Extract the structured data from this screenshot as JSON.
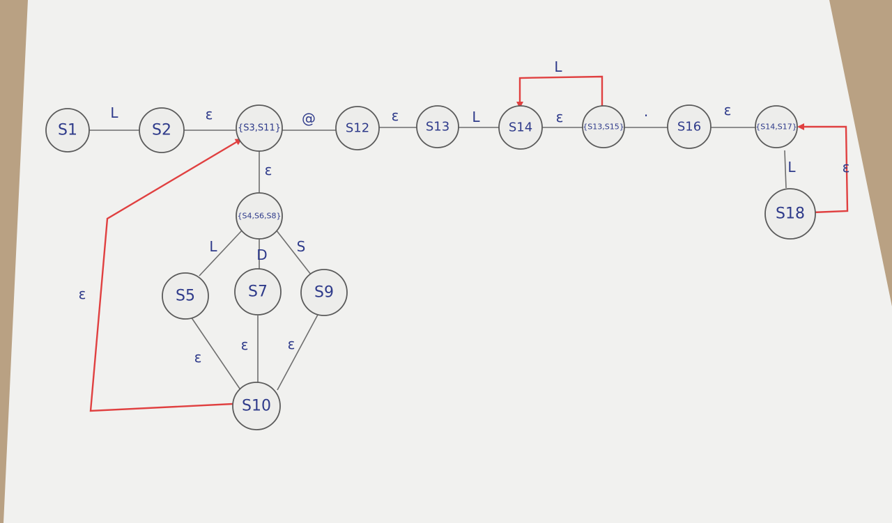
{
  "nodes": {
    "s1": "S1",
    "s2": "S2",
    "s3_s11": "{S3,S11}",
    "s12": "S12",
    "s13": "S13",
    "s14": "S14",
    "s13_s15": "{S13,S15}",
    "s16": "S16",
    "s14_s17": "{S14,S17}",
    "s18": "S18",
    "s4_s6_s8": "{S4,S6,S8}",
    "s5": "S5",
    "s7": "S7",
    "s9": "S9",
    "s10": "S10"
  },
  "edge_labels": {
    "s1_s2": "L",
    "s2_s3": "ε",
    "s3_s12": "@",
    "s12_s13": "ε",
    "s13_s14": "L",
    "s14_s15": "ε",
    "s15_s16": "·",
    "s16_s17": "ε",
    "loop_s15_s14": "L",
    "s17_s18": "L",
    "loop_s18_s17": "ε",
    "s3_s4": "ε",
    "s4_s5": "L",
    "s4_s7": "D",
    "s4_s9": "S",
    "s5_s10": "ε",
    "s7_s10": "ε",
    "s9_s10": "ε",
    "s10_s3": "ε"
  },
  "colors": {
    "ink": "#2e3a8a",
    "highlight_edge": "#e04040",
    "pencil": "#6e6e6e",
    "paper": "#f1f1ef"
  }
}
